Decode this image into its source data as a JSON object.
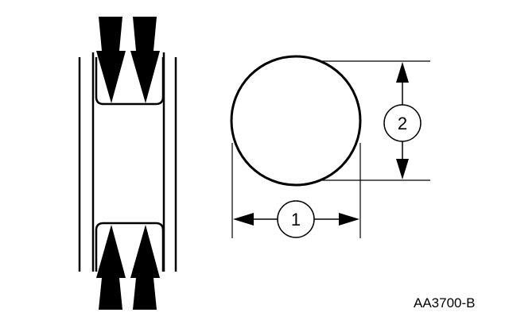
{
  "figure": {
    "code": "AA3700-B",
    "callouts": [
      {
        "number": "1",
        "meaning": "diameter"
      },
      {
        "number": "2",
        "meaning": "diameter"
      }
    ],
    "line_color": "#000000",
    "background": "#ffffff"
  }
}
